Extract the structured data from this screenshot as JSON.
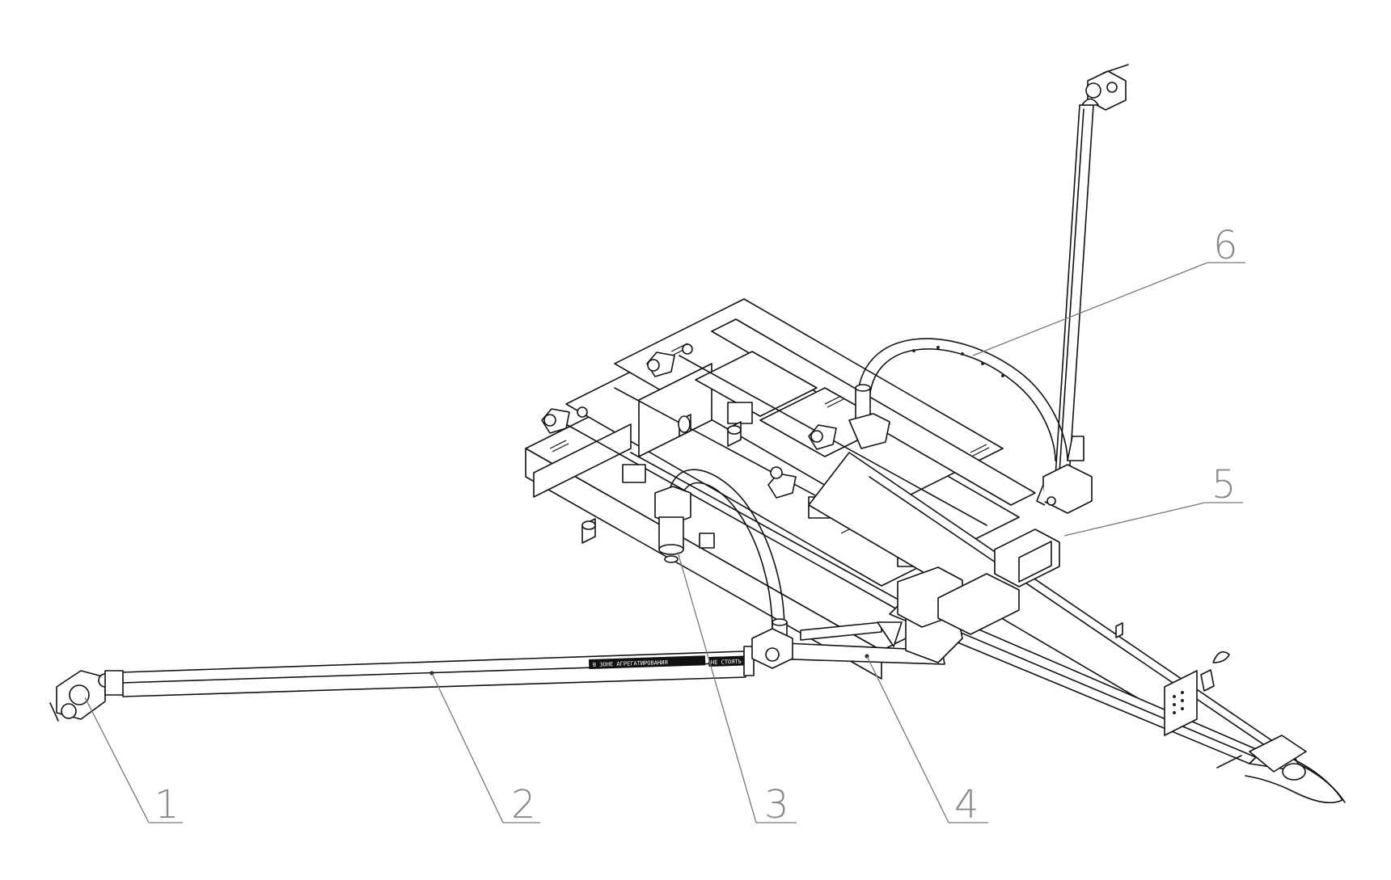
{
  "diagram": {
    "callouts": [
      {
        "id": "1",
        "label": "1"
      },
      {
        "id": "2",
        "label": "2"
      },
      {
        "id": "3",
        "label": "3"
      },
      {
        "id": "4",
        "label": "4"
      },
      {
        "id": "5",
        "label": "5"
      },
      {
        "id": "6",
        "label": "6"
      }
    ],
    "boom_decal_text": "В ЗОНЕ АГРЕГАТИРОВАНИЯ",
    "boom_decal_text_2": "НЕ СТОЯТЬ"
  }
}
